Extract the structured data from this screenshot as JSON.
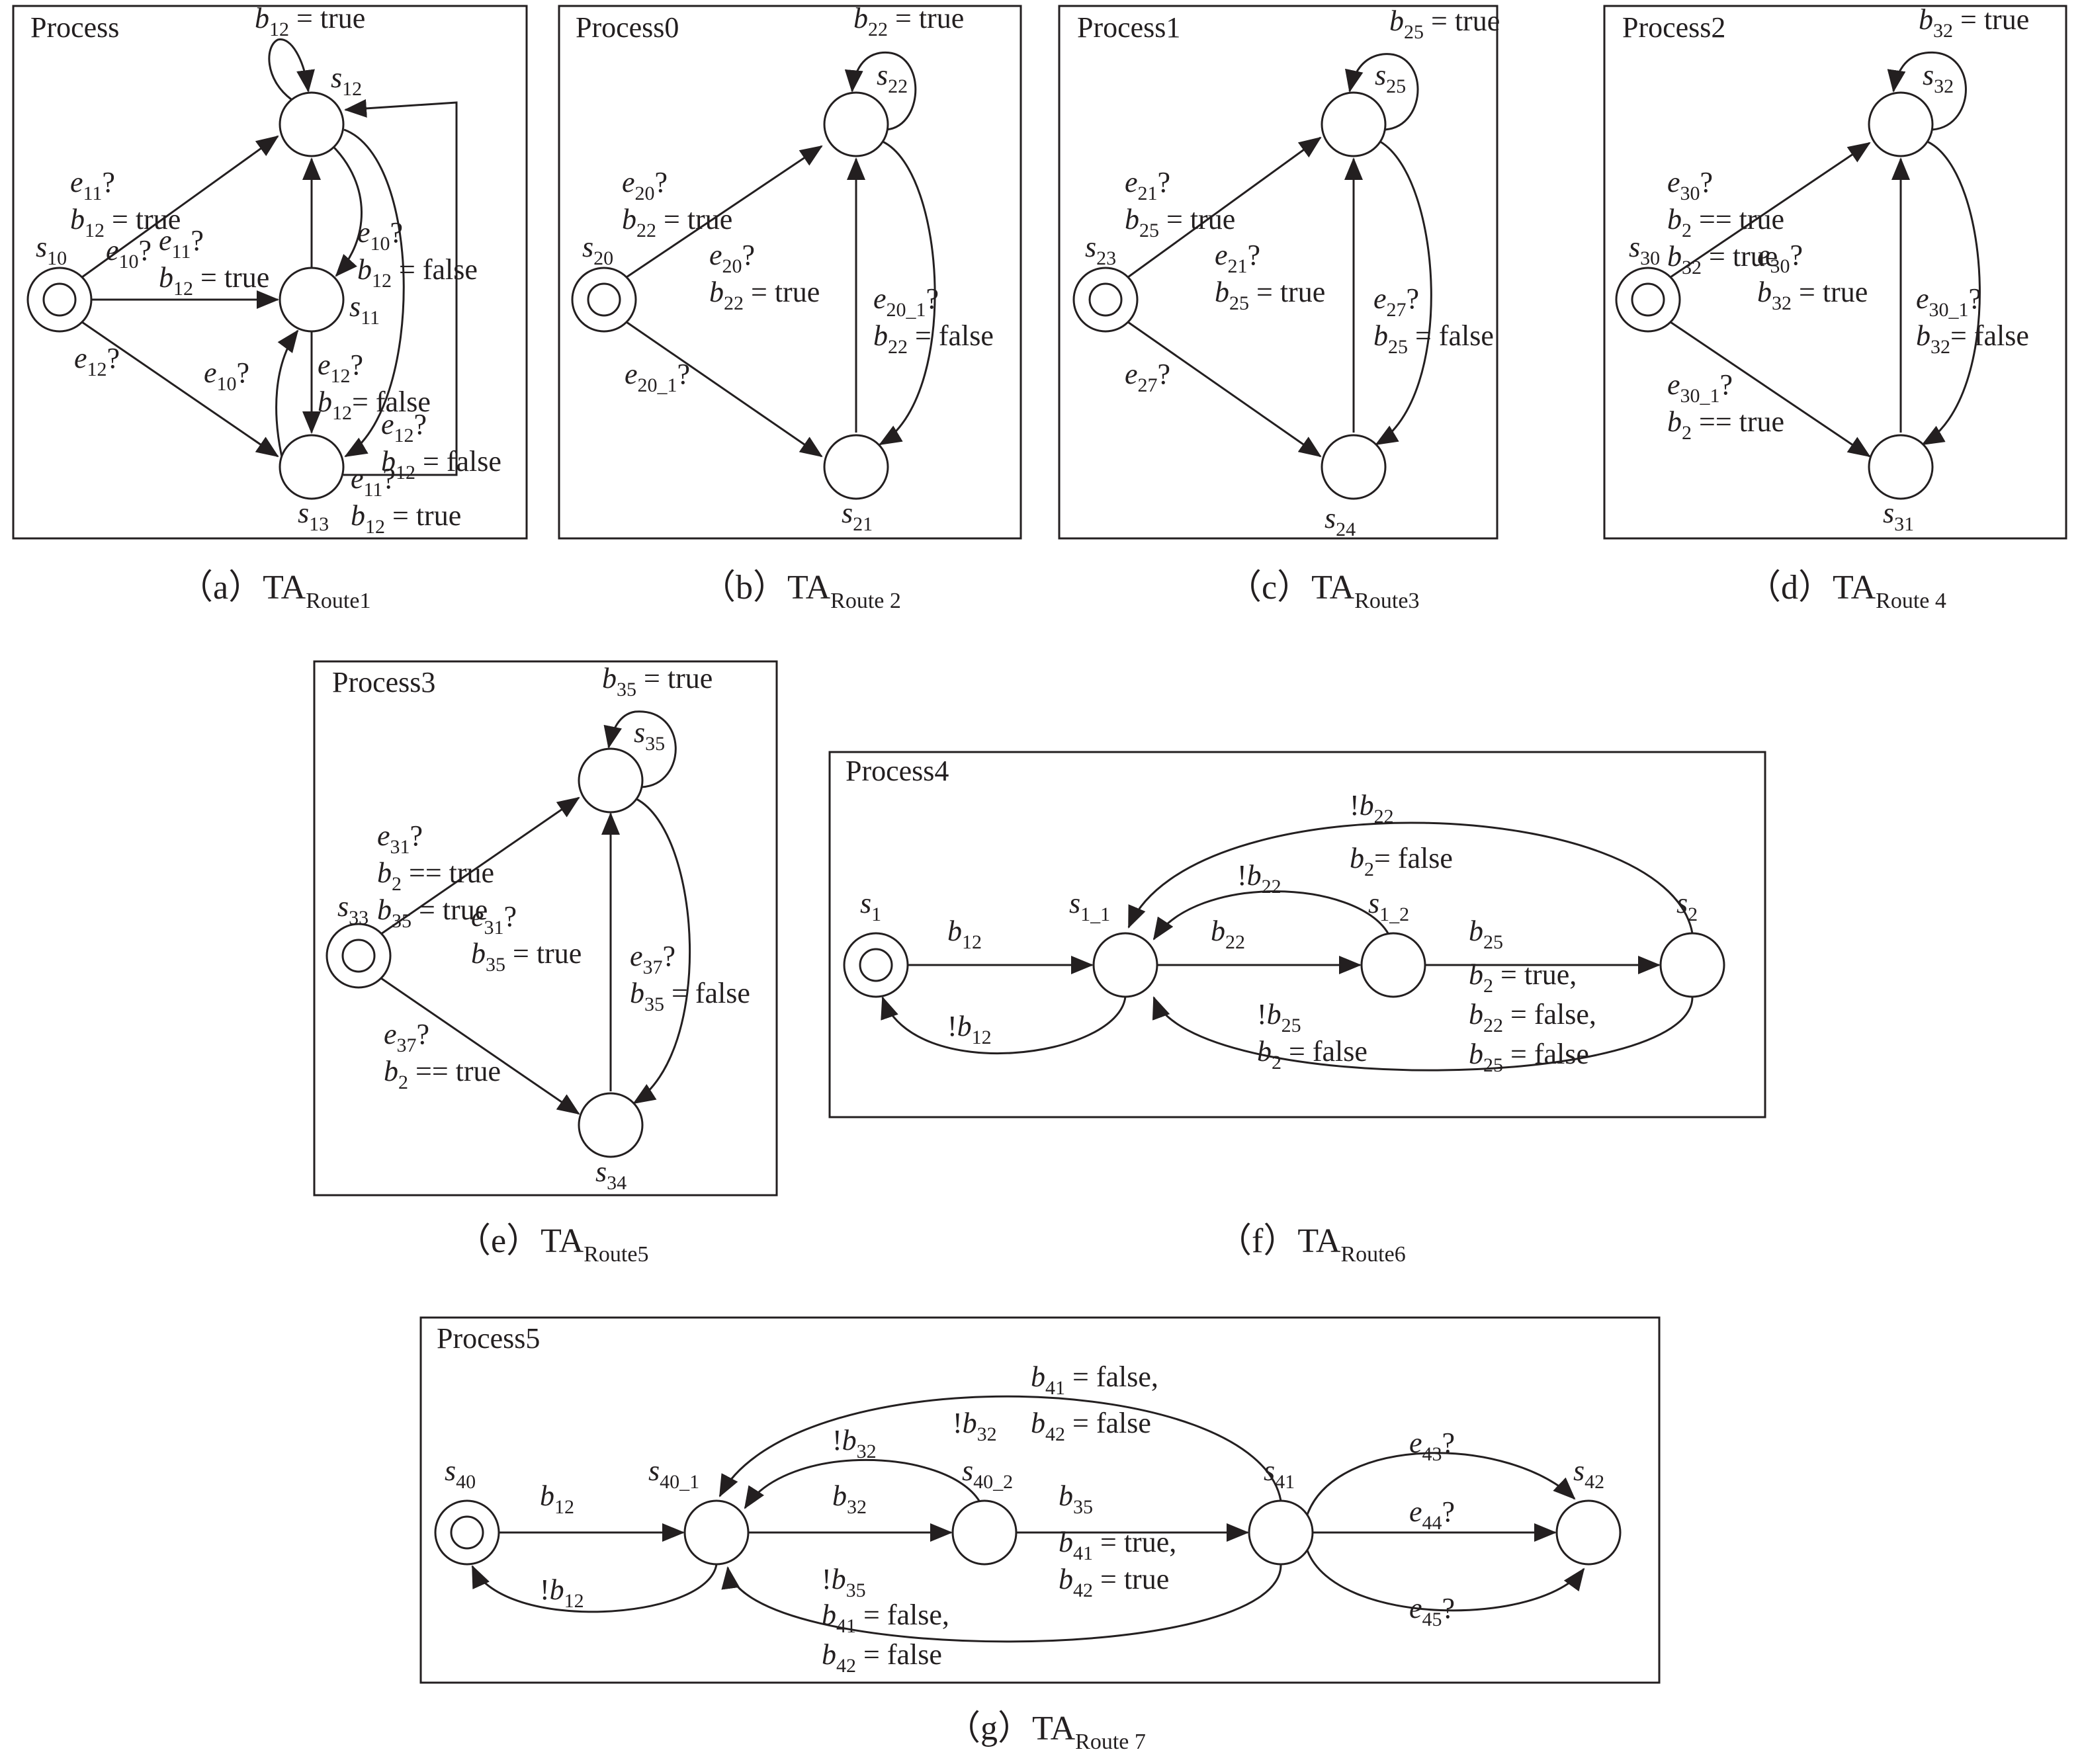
{
  "figure": {
    "panels": [
      {
        "id": "a",
        "title": "Process",
        "caption": {
          "prefix": "（a）TA",
          "sub": "Route1"
        },
        "states": [
          {
            "id": "s10",
            "label": "s",
            "sub": "10",
            "initial": true
          },
          {
            "id": "s11",
            "label": "s",
            "sub": "11"
          },
          {
            "id": "s12",
            "label": "s",
            "sub": "12"
          },
          {
            "id": "s13",
            "label": "s",
            "sub": "13"
          }
        ],
        "transitions": [
          {
            "from": "s10",
            "to": "s12",
            "lines": [
              [
                "e",
                "11",
                "?"
              ],
              [
                "b",
                "12",
                " = true"
              ]
            ]
          },
          {
            "from": "s10",
            "to": "s11",
            "lines": [
              [
                "e",
                "10",
                "?"
              ]
            ]
          },
          {
            "from": "s10",
            "to": "s13",
            "lines": [
              [
                "e",
                "12",
                "?"
              ]
            ]
          },
          {
            "from": "s11",
            "to": "s12",
            "lines": [
              [
                "e",
                "11",
                "?"
              ],
              [
                "b",
                "12",
                " = true"
              ]
            ]
          },
          {
            "from": "s12",
            "to": "s11",
            "lines": [
              [
                "e",
                "10",
                "?"
              ],
              [
                "b",
                "12",
                " = false"
              ]
            ]
          },
          {
            "from": "s11",
            "to": "s13",
            "lines": [
              [
                "e",
                "12",
                "?"
              ],
              [
                "b",
                "12",
                "= false"
              ]
            ]
          },
          {
            "from": "s12",
            "to": "s13",
            "lines": [
              [
                "e",
                "12",
                "?"
              ],
              [
                "b",
                "12",
                " = false"
              ]
            ]
          },
          {
            "from": "s13",
            "to": "s11",
            "lines": [
              [
                "e",
                "10",
                "?"
              ]
            ]
          },
          {
            "from": "s13",
            "to": "s12",
            "lines": [
              [
                "e",
                "11",
                "?"
              ],
              [
                "b",
                "12",
                " = true"
              ]
            ]
          },
          {
            "from": "s12",
            "to": "s12",
            "lines": [
              [
                "b",
                "12",
                " = true"
              ]
            ]
          }
        ]
      },
      {
        "id": "b",
        "title": "Process0",
        "caption": {
          "prefix": "（b）TA",
          "sub": "Route 2"
        },
        "states": [
          {
            "id": "s20",
            "label": "s",
            "sub": "20",
            "initial": true
          },
          {
            "id": "s21",
            "label": "s",
            "sub": "21"
          },
          {
            "id": "s22",
            "label": "s",
            "sub": "22"
          }
        ],
        "transitions": [
          {
            "from": "s20",
            "to": "s22",
            "lines": [
              [
                "e",
                "20",
                "?"
              ],
              [
                "b",
                "22",
                " = true"
              ]
            ]
          },
          {
            "from": "s20",
            "to": "s21",
            "lines": [
              [
                "e",
                "20_1",
                "?"
              ]
            ]
          },
          {
            "from": "s21",
            "to": "s22",
            "lines": [
              [
                "e",
                "20",
                "?"
              ],
              [
                "b",
                "22",
                " = true"
              ]
            ]
          },
          {
            "from": "s22",
            "to": "s21",
            "lines": [
              [
                "e",
                "20_1",
                "?"
              ],
              [
                "b",
                "22",
                " = false"
              ]
            ]
          },
          {
            "from": "s22",
            "to": "s22",
            "lines": [
              [
                "b",
                "22",
                " = true"
              ]
            ]
          }
        ]
      },
      {
        "id": "c",
        "title": "Process1",
        "caption": {
          "prefix": "（c）TA",
          "sub": "Route3"
        },
        "states": [
          {
            "id": "s23",
            "label": "s",
            "sub": "23",
            "initial": true
          },
          {
            "id": "s24",
            "label": "s",
            "sub": "24"
          },
          {
            "id": "s25",
            "label": "s",
            "sub": "25"
          }
        ],
        "transitions": [
          {
            "from": "s23",
            "to": "s25",
            "lines": [
              [
                "e",
                "21",
                "?"
              ],
              [
                "b",
                "25",
                " = true"
              ]
            ]
          },
          {
            "from": "s23",
            "to": "s24",
            "lines": [
              [
                "e",
                "27",
                "?"
              ]
            ]
          },
          {
            "from": "s24",
            "to": "s25",
            "lines": [
              [
                "e",
                "21",
                "?"
              ],
              [
                "b",
                "25",
                " = true"
              ]
            ]
          },
          {
            "from": "s25",
            "to": "s24",
            "lines": [
              [
                "e",
                "27",
                "?"
              ],
              [
                "b",
                "25",
                " = false"
              ]
            ]
          },
          {
            "from": "s25",
            "to": "s25",
            "lines": [
              [
                "b",
                "25",
                " = true"
              ]
            ]
          }
        ]
      },
      {
        "id": "d",
        "title": "Process2",
        "caption": {
          "prefix": "（d）TA",
          "sub": "Route 4"
        },
        "states": [
          {
            "id": "s30",
            "label": "s",
            "sub": "30",
            "initial": true
          },
          {
            "id": "s31",
            "label": "s",
            "sub": "31"
          },
          {
            "id": "s32",
            "label": "s",
            "sub": "32"
          }
        ],
        "transitions": [
          {
            "from": "s30",
            "to": "s32",
            "lines": [
              [
                "e",
                "30",
                "?"
              ],
              [
                "b",
                "2",
                " == true"
              ],
              [
                "b",
                "32",
                " = true"
              ]
            ]
          },
          {
            "from": "s30",
            "to": "s31",
            "lines": [
              [
                "e",
                "30_1",
                "?"
              ],
              [
                "b",
                "2",
                " == true"
              ]
            ]
          },
          {
            "from": "s31",
            "to": "s32",
            "lines": [
              [
                "e",
                "30",
                "?"
              ],
              [
                "b",
                "32",
                " = true"
              ]
            ]
          },
          {
            "from": "s32",
            "to": "s31",
            "lines": [
              [
                "e",
                "30_1",
                "?"
              ],
              [
                "b",
                "32",
                "= false"
              ]
            ]
          },
          {
            "from": "s32",
            "to": "s32",
            "lines": [
              [
                "b",
                "32",
                " = true"
              ]
            ]
          }
        ]
      },
      {
        "id": "e",
        "title": "Process3",
        "caption": {
          "prefix": "（e）TA",
          "sub": "Route5"
        },
        "states": [
          {
            "id": "s33",
            "label": "s",
            "sub": "33",
            "initial": true
          },
          {
            "id": "s34",
            "label": "s",
            "sub": "34"
          },
          {
            "id": "s35",
            "label": "s",
            "sub": "35"
          }
        ],
        "transitions": [
          {
            "from": "s33",
            "to": "s35",
            "lines": [
              [
                "e",
                "31",
                "?"
              ],
              [
                "b",
                "2",
                " == true"
              ],
              [
                "b",
                "35",
                " = true"
              ]
            ]
          },
          {
            "from": "s33",
            "to": "s34",
            "lines": [
              [
                "e",
                "37",
                "?"
              ],
              [
                "b",
                "2",
                " == true"
              ]
            ]
          },
          {
            "from": "s34",
            "to": "s35",
            "lines": [
              [
                "e",
                "31",
                "?"
              ],
              [
                "b",
                "35",
                " = true"
              ]
            ]
          },
          {
            "from": "s35",
            "to": "s34",
            "lines": [
              [
                "e",
                "37",
                "?"
              ],
              [
                "b",
                "35",
                " = false"
              ]
            ]
          },
          {
            "from": "s35",
            "to": "s35",
            "lines": [
              [
                "b",
                "35",
                " = true"
              ]
            ]
          }
        ]
      },
      {
        "id": "f",
        "title": "Process4",
        "caption": {
          "prefix": "（f）TA",
          "sub": "Route6"
        },
        "states": [
          {
            "id": "s1",
            "label": "s",
            "sub": "1",
            "initial": true
          },
          {
            "id": "s1_1",
            "label": "s",
            "sub": "1_1"
          },
          {
            "id": "s1_2",
            "label": "s",
            "sub": "1_2"
          },
          {
            "id": "s2",
            "label": "s",
            "sub": "2"
          }
        ],
        "transitions": [
          {
            "from": "s1",
            "to": "s1_1",
            "lines": [
              [
                "b",
                "12",
                ""
              ]
            ]
          },
          {
            "from": "s1_1",
            "to": "s1",
            "lines": [
              [
                "!b",
                "12",
                ""
              ]
            ]
          },
          {
            "from": "s1_1",
            "to": "s1_2",
            "lines": [
              [
                "b",
                "22",
                ""
              ]
            ]
          },
          {
            "from": "s1_2",
            "to": "s1_1",
            "lines": [
              [
                "!b",
                "22",
                ""
              ]
            ]
          },
          {
            "from": "s1_2",
            "to": "s2",
            "lines": [
              [
                "b",
                "25",
                ""
              ],
              [
                "b",
                "2",
                " = true,"
              ],
              [
                "b",
                "22",
                " = false,"
              ],
              [
                "b",
                "25",
                " = false"
              ]
            ]
          },
          {
            "from": "s2",
            "to": "s1_1",
            "lines": [
              [
                "!b",
                "22",
                ""
              ],
              [
                "b",
                "2",
                "= false"
              ]
            ]
          },
          {
            "from": "s2",
            "to": "s1_1",
            "lines": [
              [
                "!b",
                "25",
                ""
              ],
              [
                "b",
                "2",
                " = false"
              ]
            ]
          }
        ]
      },
      {
        "id": "g",
        "title": "Process5",
        "caption": {
          "prefix": "（g）TA",
          "sub": "Route 7"
        },
        "states": [
          {
            "id": "s40",
            "label": "s",
            "sub": "40",
            "initial": true
          },
          {
            "id": "s40_1",
            "label": "s",
            "sub": "40_1"
          },
          {
            "id": "s40_2",
            "label": "s",
            "sub": "40_2"
          },
          {
            "id": "s41",
            "label": "s",
            "sub": "41"
          },
          {
            "id": "s42",
            "label": "s",
            "sub": "42"
          }
        ],
        "transitions": [
          {
            "from": "s40",
            "to": "s40_1",
            "lines": [
              [
                "b",
                "12",
                ""
              ]
            ]
          },
          {
            "from": "s40_1",
            "to": "s40",
            "lines": [
              [
                "!b",
                "12",
                ""
              ]
            ]
          },
          {
            "from": "s40_1",
            "to": "s40_2",
            "lines": [
              [
                "b",
                "32",
                ""
              ]
            ]
          },
          {
            "from": "s40_2",
            "to": "s40_1",
            "lines": [
              [
                "!b",
                "32",
                ""
              ]
            ]
          },
          {
            "from": "s40_2",
            "to": "s41",
            "lines": [
              [
                "b",
                "35",
                ""
              ],
              [
                "b",
                "41",
                " = true,"
              ],
              [
                "b",
                "42",
                " = true"
              ]
            ]
          },
          {
            "from": "s41",
            "to": "s40_1",
            "lines": [
              [
                "!b",
                "32",
                ""
              ],
              [
                "b",
                "41",
                " = false,"
              ],
              [
                "b",
                "42",
                " = false"
              ]
            ]
          },
          {
            "from": "s41",
            "to": "s40_1",
            "lines": [
              [
                "!b",
                "35",
                ""
              ],
              [
                "b",
                "41",
                " = false,"
              ],
              [
                "b",
                "42",
                " = false"
              ]
            ]
          },
          {
            "from": "s41",
            "to": "s42",
            "lines": [
              [
                "e",
                "43",
                "?"
              ]
            ]
          },
          {
            "from": "s41",
            "to": "s42",
            "lines": [
              [
                "e",
                "44",
                "?"
              ]
            ]
          },
          {
            "from": "s41",
            "to": "s42",
            "lines": [
              [
                "e",
                "45",
                "?"
              ]
            ]
          }
        ]
      }
    ]
  }
}
